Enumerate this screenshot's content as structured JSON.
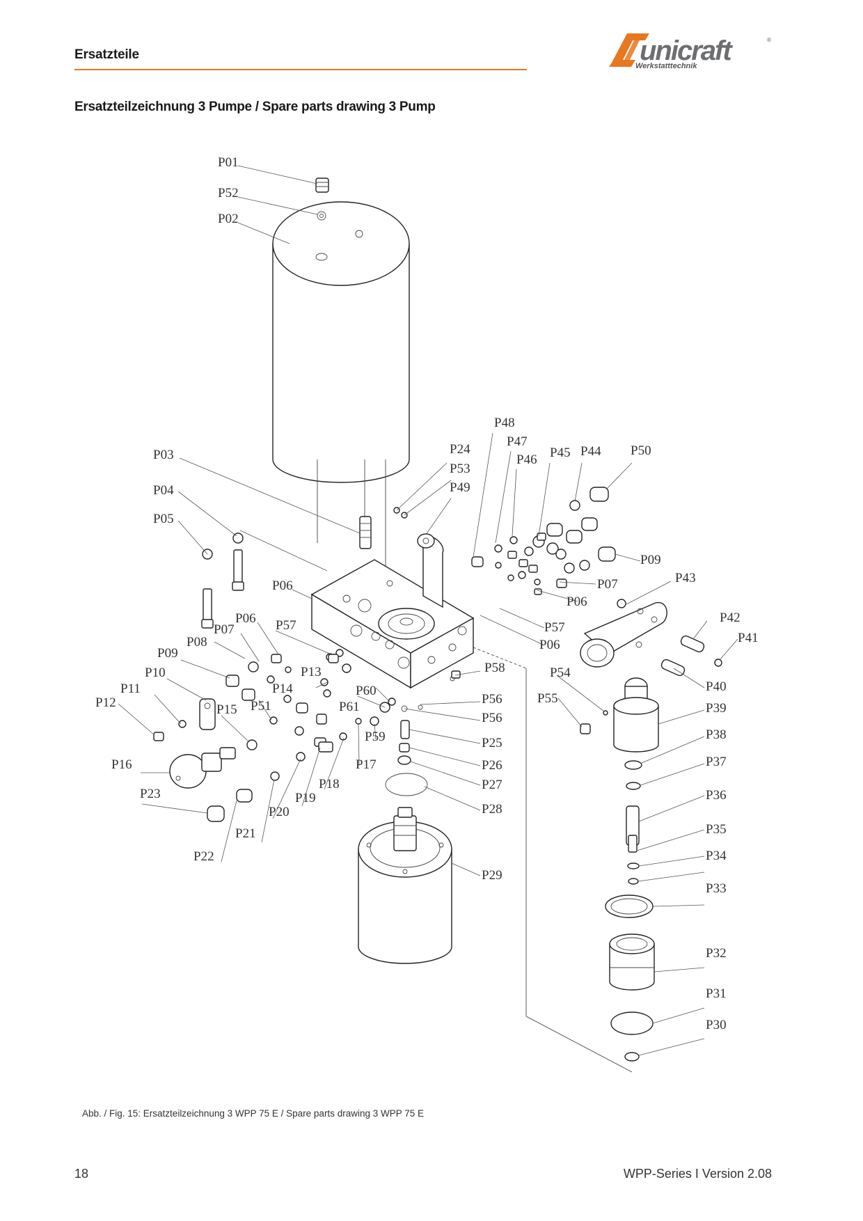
{
  "header": {
    "section": "Ersatzteile",
    "brand_name": "unicraft",
    "brand_tagline": "Werkstatttechnik",
    "accent_color": "#e87722"
  },
  "title": "Ersatzteilzeichnung 3 Pumpe /  Spare parts drawing 3  Pump",
  "part_labels": {
    "P01": "P01",
    "P02": "P02",
    "P03": "P03",
    "P04": "P04",
    "P05": "P05",
    "P06": "P06",
    "P07": "P07",
    "P08": "P08",
    "P09": "P09",
    "P10": "P10",
    "P11": "P11",
    "P12": "P12",
    "P13": "P13",
    "P14": "P14",
    "P15": "P15",
    "P16": "P16",
    "P17": "P17",
    "P18": "P18",
    "P19": "P19",
    "P20": "P20",
    "P21": "P21",
    "P22": "P22",
    "P23": "P23",
    "P24": "P24",
    "P25": "P25",
    "P26": "P26",
    "P27": "P27",
    "P28": "P28",
    "P29": "P29",
    "P30": "P30",
    "P31": "P31",
    "P32": "P32",
    "P33": "P33",
    "P34": "P34",
    "P35": "P35",
    "P36": "P36",
    "P37": "P37",
    "P38": "P38",
    "P39": "P39",
    "P40": "P40",
    "P41": "P41",
    "P42": "P42",
    "P43": "P43",
    "P44": "P44",
    "P45": "P45",
    "P46": "P46",
    "P47": "P47",
    "P48": "P48",
    "P49": "P49",
    "P50": "P50",
    "P51": "P51",
    "P52": "P52",
    "P53": "P53",
    "P54": "P54",
    "P55": "P55",
    "P56": "P56",
    "P57": "P57",
    "P58": "P58",
    "P59": "P59",
    "P60": "P60",
    "P61": "P61"
  },
  "caption": "Abb. / Fig. 15: Ersatzteilzeichnung 3 WPP 75 E / Spare parts drawing 3 WPP 75 E",
  "footer": {
    "page_number": "18",
    "document": "WPP-Series I Version 2.08"
  }
}
